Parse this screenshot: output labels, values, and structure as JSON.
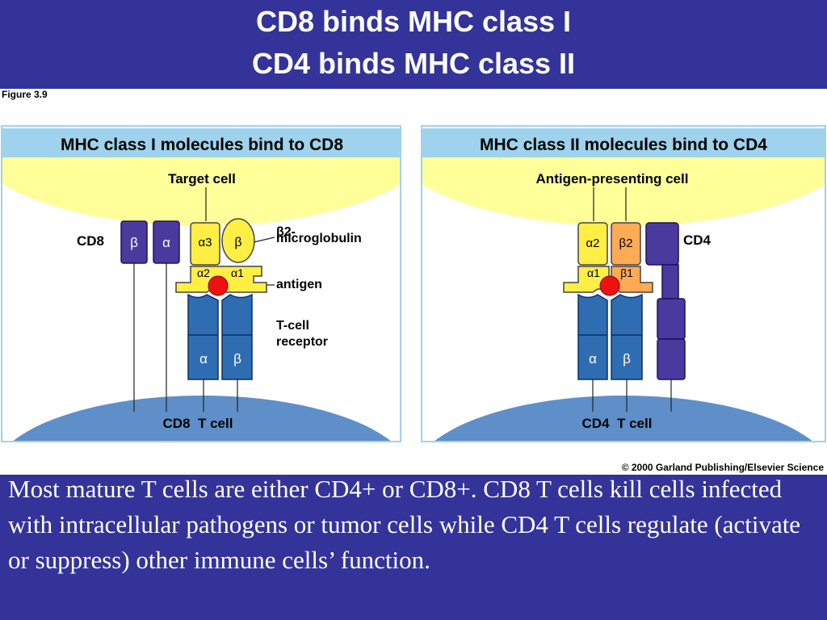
{
  "title": {
    "line1": "CD8 binds MHC class I",
    "line2": "CD4 binds MHC class II"
  },
  "figure": {
    "label": "Figure 3.9",
    "copyright": "© 2000 Garland Publishing/Elsevier Science",
    "left_panel": {
      "header": "MHC class I molecules bind to CD8",
      "target_cell": "Target cell",
      "cd8": "CD8",
      "beta": "β",
      "alpha": "α",
      "alpha3": "α3",
      "b2_line1": "β2-",
      "b2_line2": "microglobulin",
      "alpha2": "α2",
      "alpha1": "α1",
      "antigen": "antigen",
      "tcr_line1": "T-cell",
      "tcr_line2": "receptor",
      "tcr_alpha": "α",
      "tcr_beta": "β",
      "bottom_cell": "CD8  T cell"
    },
    "right_panel": {
      "header": "MHC class II molecules bind to CD4",
      "apc": "Antigen-presenting cell",
      "alpha2": "α2",
      "beta2": "β2",
      "alpha1": "α1",
      "beta1": "β1",
      "cd4": "CD4",
      "tcr_alpha": "α",
      "tcr_beta": "β",
      "bottom_cell": "CD4  T cell"
    }
  },
  "caption": "Most mature T cells  are either CD4+ or CD8+. CD8 T cells kill cells infected with intracellular pathogens or tumor cells while CD4 T cells regulate (activate or suppress) other immune cells’ function.",
  "colors": {
    "background": "#333399",
    "header_bar": "#9fd2ec",
    "cell_yellow": "#ffff99",
    "t_cell_blue": "#5e8fc9",
    "cd_purple": "#4b3a9e",
    "tcr_blue": "#2f6db3",
    "mhc_yellow": "#ffee44",
    "mhc_orange": "#ffaa55",
    "antigen_red": "#ee1111"
  }
}
